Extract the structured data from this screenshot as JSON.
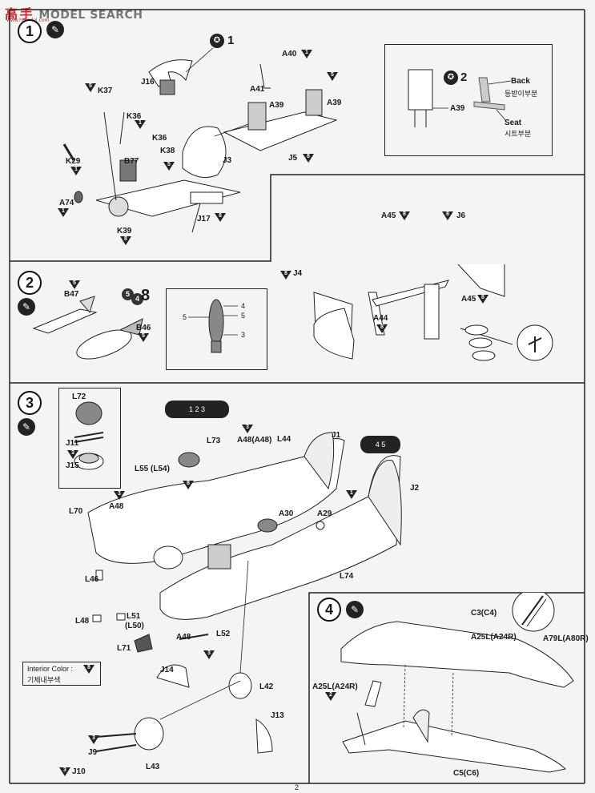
{
  "watermark": {
    "cjk": "高",
    "cjk2": "手",
    "text": "MODEL SEARCH",
    "sub": "www.hmodel.com"
  },
  "step1": {
    "number": "1",
    "ref1": "1",
    "ref2": "2",
    "parts": [
      "J16",
      "K37",
      "K36",
      "K36",
      "K38",
      "K29",
      "B77",
      "A74",
      "K39",
      "J3",
      "J17",
      "A40",
      "A41",
      "A39",
      "A39",
      "J5"
    ],
    "inset": {
      "part": "A39",
      "back": "Back",
      "back_kr": "등받이부분",
      "seat": "Seat",
      "seat_kr": "시트부분"
    }
  },
  "step2": {
    "number": "2",
    "parts": [
      "B47",
      "B46"
    ],
    "color_ref": "8",
    "bomb_numbers": [
      "5",
      "4",
      "5",
      "3"
    ],
    "right_parts": [
      "A45",
      "J6",
      "J4",
      "A44",
      "A45"
    ]
  },
  "step3": {
    "number": "3",
    "inset_parts": [
      "L72",
      "J11",
      "J15"
    ],
    "colors_left": "1 2 3",
    "colors_right": "4 5",
    "parts": [
      "L73",
      "A48(A48)",
      "L44",
      "J1",
      "L55 (L54)",
      "J2",
      "L70",
      "A48",
      "A30",
      "A29",
      "L74",
      "L46",
      "L48",
      "L51",
      "(L50)",
      "L52",
      "L71",
      "A48",
      "J14",
      "L42",
      "J13",
      "J9",
      "J10",
      "L43"
    ],
    "interior_label": "Interior Color :",
    "interior_kr": "기체내부색",
    "interior_num": "8"
  },
  "step4": {
    "number": "4",
    "parts": [
      "C3(C4)",
      "A25L(A24R)",
      "A79L(A80R)",
      "A25L(A24R)",
      "C5(C6)"
    ]
  },
  "page_number": "2"
}
